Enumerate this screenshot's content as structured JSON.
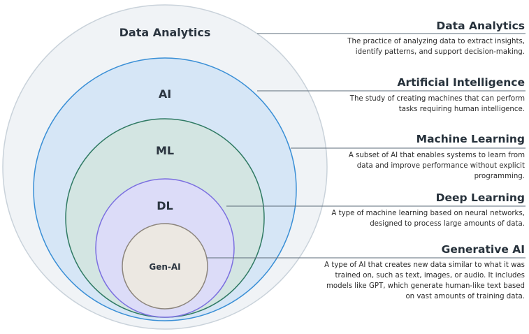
{
  "levels": [
    {
      "circle_label": "Data Analytics",
      "title": "Data Analytics",
      "description": "The practice of analyzing data to extract insights,\nidentify patterns, and support decision-making."
    },
    {
      "circle_label": "AI",
      "title": "Artificial Intelligence",
      "description": "The study of creating machines that can perform\ntasks requiring human intelligence."
    },
    {
      "circle_label": "ML",
      "title": "Machine Learning",
      "description": "A subset of AI that enables systems to learn from\ndata and improve performance without explicit\nprogramming."
    },
    {
      "circle_label": "DL",
      "title": "Deep Learning",
      "description": "A type of machine learning based on neural networks,\ndesigned to process large amounts of data."
    },
    {
      "circle_label": "Gen-AI",
      "title": "Generative AI",
      "description": "A type of AI that creates new data similar to what it was\ntrained on, such as text, images, or audio. It includes\nmodels like GPT, which generate human-like text based\non vast amounts of training data."
    }
  ],
  "colors": {
    "data_analytics_fill": "#f0f3f6",
    "data_analytics_stroke": "#c9d2da",
    "ai_fill": "#d6e6f6",
    "ai_stroke": "#3a8fd6",
    "ml_fill": "#d3e5e2",
    "ml_stroke": "#2f7a63",
    "dl_fill": "#dcdcf8",
    "dl_stroke": "#7b6fe0",
    "genai_fill": "#ece8e2",
    "genai_stroke": "#8c857c",
    "connector": "#5b6b78"
  }
}
